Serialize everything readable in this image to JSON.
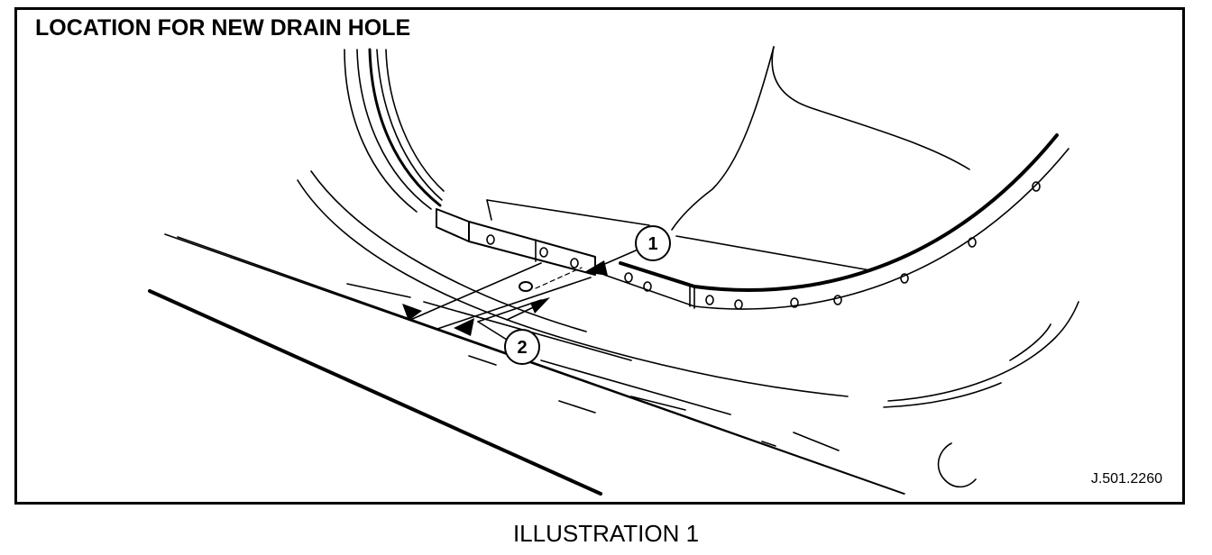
{
  "title": "LOCATION FOR NEW DRAIN HOLE",
  "reference": "J.501.2260",
  "caption": "ILLUSTRATION 1",
  "callouts": [
    "1",
    "2"
  ]
}
